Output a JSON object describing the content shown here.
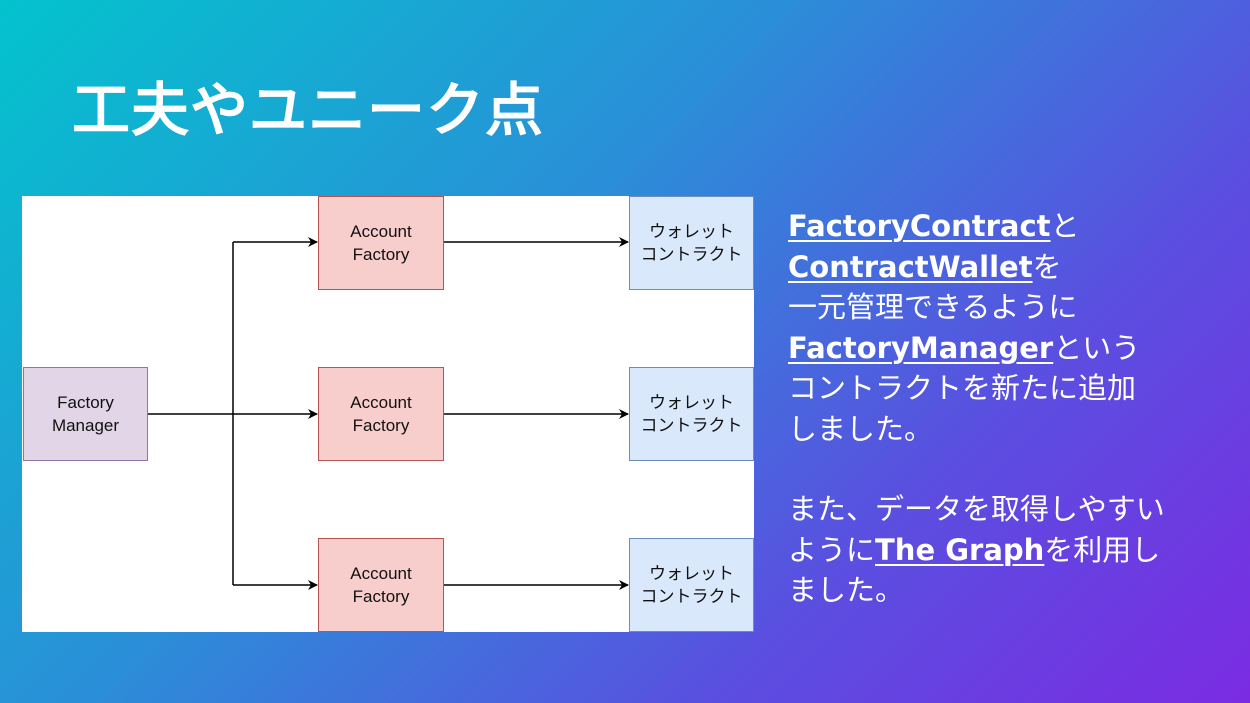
{
  "slide": {
    "title": "工夫やユニーク点",
    "colors": {
      "gradient_start": "#03c3cd",
      "gradient_end": "#7b2be2",
      "manager_fill": "#e1d5e7",
      "account_fill": "#f8cecc",
      "wallet_fill": "#dae8fc"
    }
  },
  "diagram": {
    "manager": {
      "line1": "Factory",
      "line2": "Manager"
    },
    "account_factories": [
      {
        "line1": "Account",
        "line2": "Factory"
      },
      {
        "line1": "Account",
        "line2": "Factory"
      },
      {
        "line1": "Account",
        "line2": "Factory"
      }
    ],
    "wallets": [
      {
        "line1": "ウォレット",
        "line2": "コントラクト"
      },
      {
        "line1": "ウォレット",
        "line2": "コントラクト"
      },
      {
        "line1": "ウォレット",
        "line2": "コントラクト"
      }
    ],
    "edges": [
      {
        "from": "Factory Manager",
        "to": "Account Factory 1"
      },
      {
        "from": "Factory Manager",
        "to": "Account Factory 2"
      },
      {
        "from": "Factory Manager",
        "to": "Account Factory 3"
      },
      {
        "from": "Account Factory 1",
        "to": "ウォレットコントラクト 1"
      },
      {
        "from": "Account Factory 2",
        "to": "ウォレットコントラクト 2"
      },
      {
        "from": "Account Factory 3",
        "to": "ウォレットコントラクト 3"
      }
    ]
  },
  "description": {
    "p1": {
      "term1": "FactoryContract",
      "t1": "と",
      "term2": "ContractWallet",
      "t2": "を",
      "t3": "一元管理できるように",
      "term3": "FactoryManager",
      "t4": "という",
      "t5": "コントラクトを新たに追加",
      "t6": "しました。"
    },
    "p2": {
      "t1": "また、データを取得しやすい",
      "t2": "ように",
      "term1": "The Graph",
      "t3": "を利用し",
      "t4": "ました。"
    }
  }
}
